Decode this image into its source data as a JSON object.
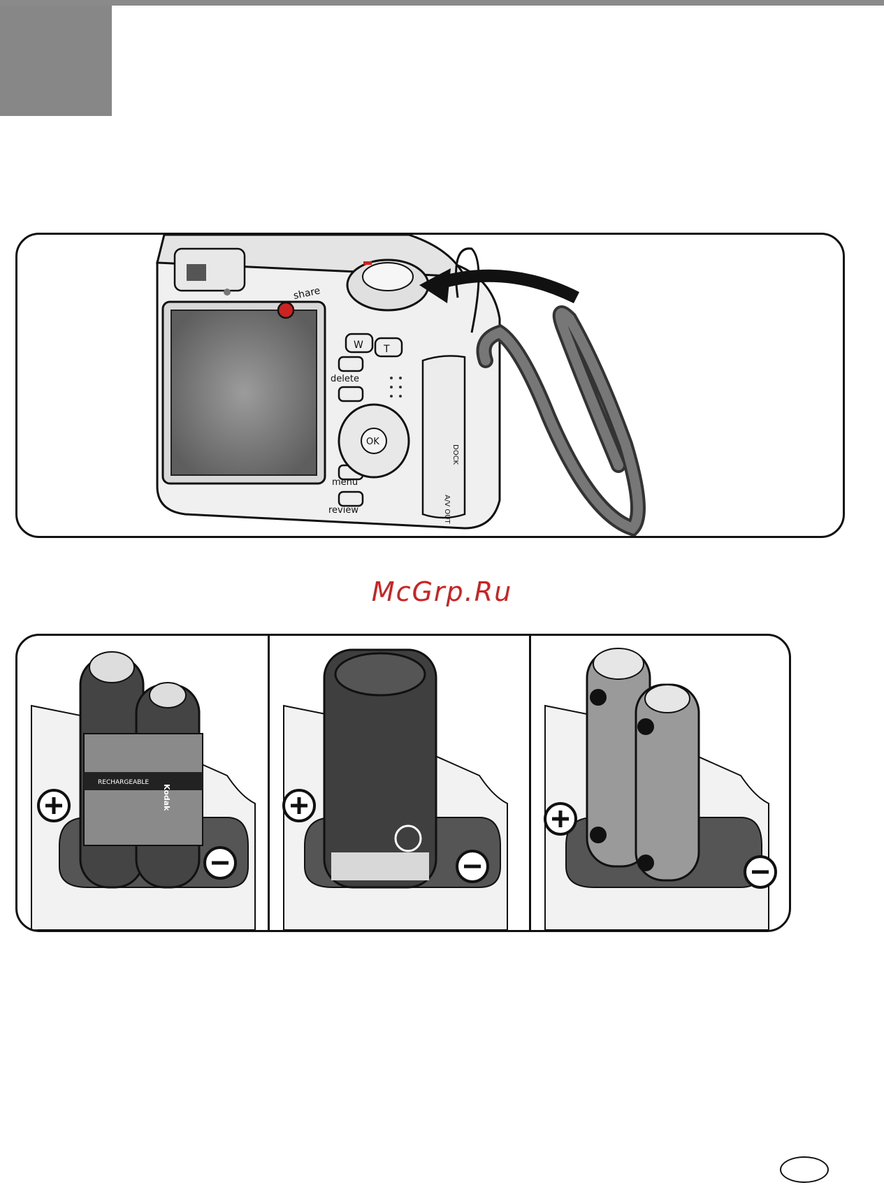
{
  "watermark": "McGrp.Ru",
  "camera": {
    "share_label": "share",
    "delete_label": "delete",
    "menu_label": "menu",
    "review_label": "review",
    "ok_label": "OK",
    "zoom_wide_label": "W",
    "zoom_tele_label": "T",
    "port_label": "A/V OUT",
    "dock_label": "DOCK"
  },
  "batteries": {
    "crv3_brand": "Kodak",
    "crv3_label": "RECHARGEABLE"
  },
  "colors": {
    "accent_red": "#cc2222",
    "tab_gray": "#878787"
  }
}
